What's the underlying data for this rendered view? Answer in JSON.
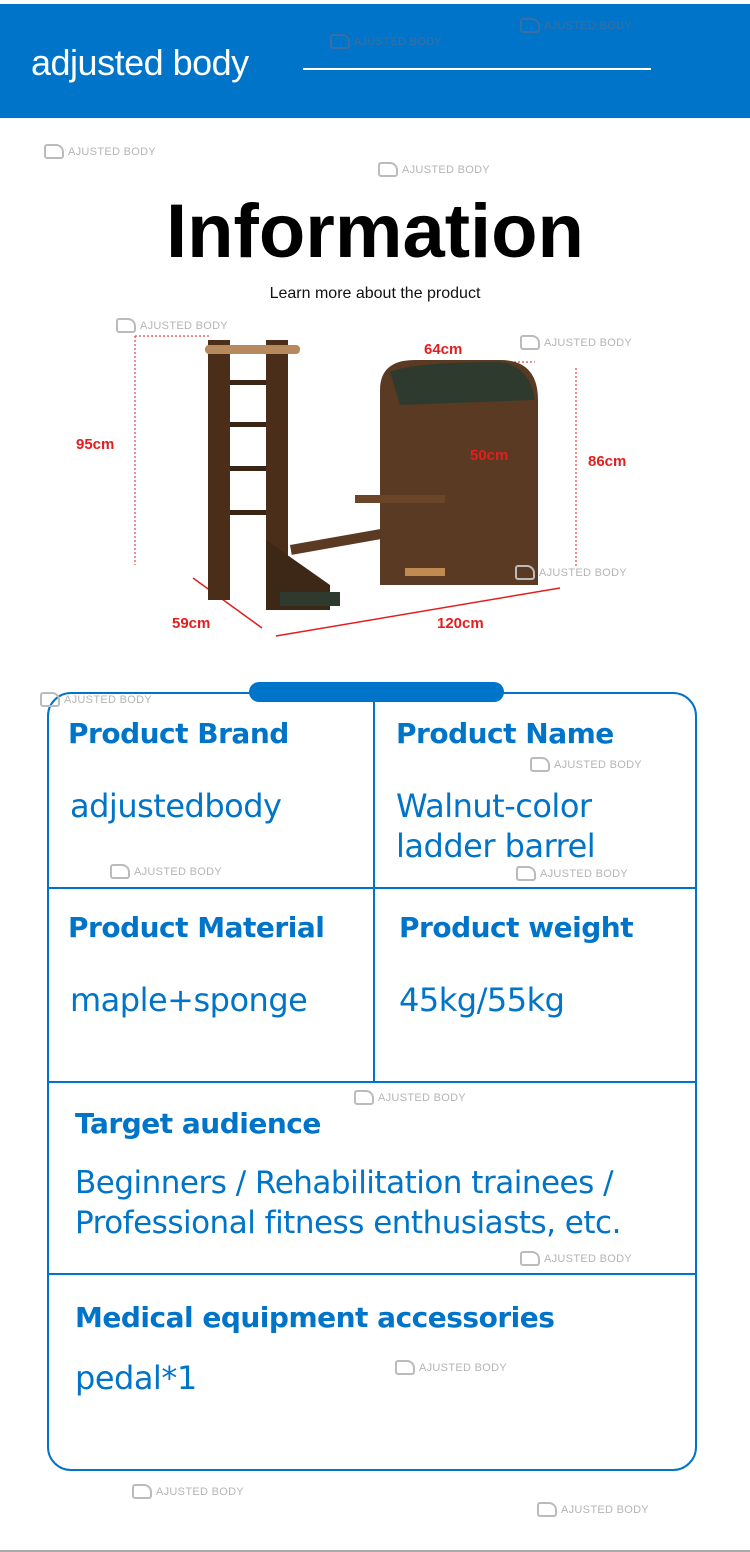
{
  "header": {
    "title": "adjusted body"
  },
  "watermark": "AJUSTED BODY",
  "page": {
    "title": "Information",
    "subtitle": "Learn more about the product"
  },
  "dimensions": {
    "height_ladder": "95cm",
    "width_top": "64cm",
    "barrel_width": "50cm",
    "height_barrel": "86cm",
    "depth": "59cm",
    "length": "120cm"
  },
  "info": {
    "brand": {
      "label": "Product Brand",
      "value": "adjustedbody"
    },
    "name": {
      "label": "Product Name",
      "value_line1": "Walnut-color",
      "value_line2": "ladder barrel"
    },
    "material": {
      "label": "Product Material",
      "value": "maple+sponge"
    },
    "weight": {
      "label": "Product weight",
      "value": "45kg/55kg"
    },
    "audience": {
      "label": "Target audience",
      "value_line1": "Beginners / Rehabilitation trainees /",
      "value_line2": "Professional fitness enthusiasts, etc."
    },
    "accessories": {
      "label": "Medical equipment accessories",
      "value": "pedal*1"
    }
  },
  "colors": {
    "brand": "#0074c8",
    "dimension": "#e31e1e"
  }
}
